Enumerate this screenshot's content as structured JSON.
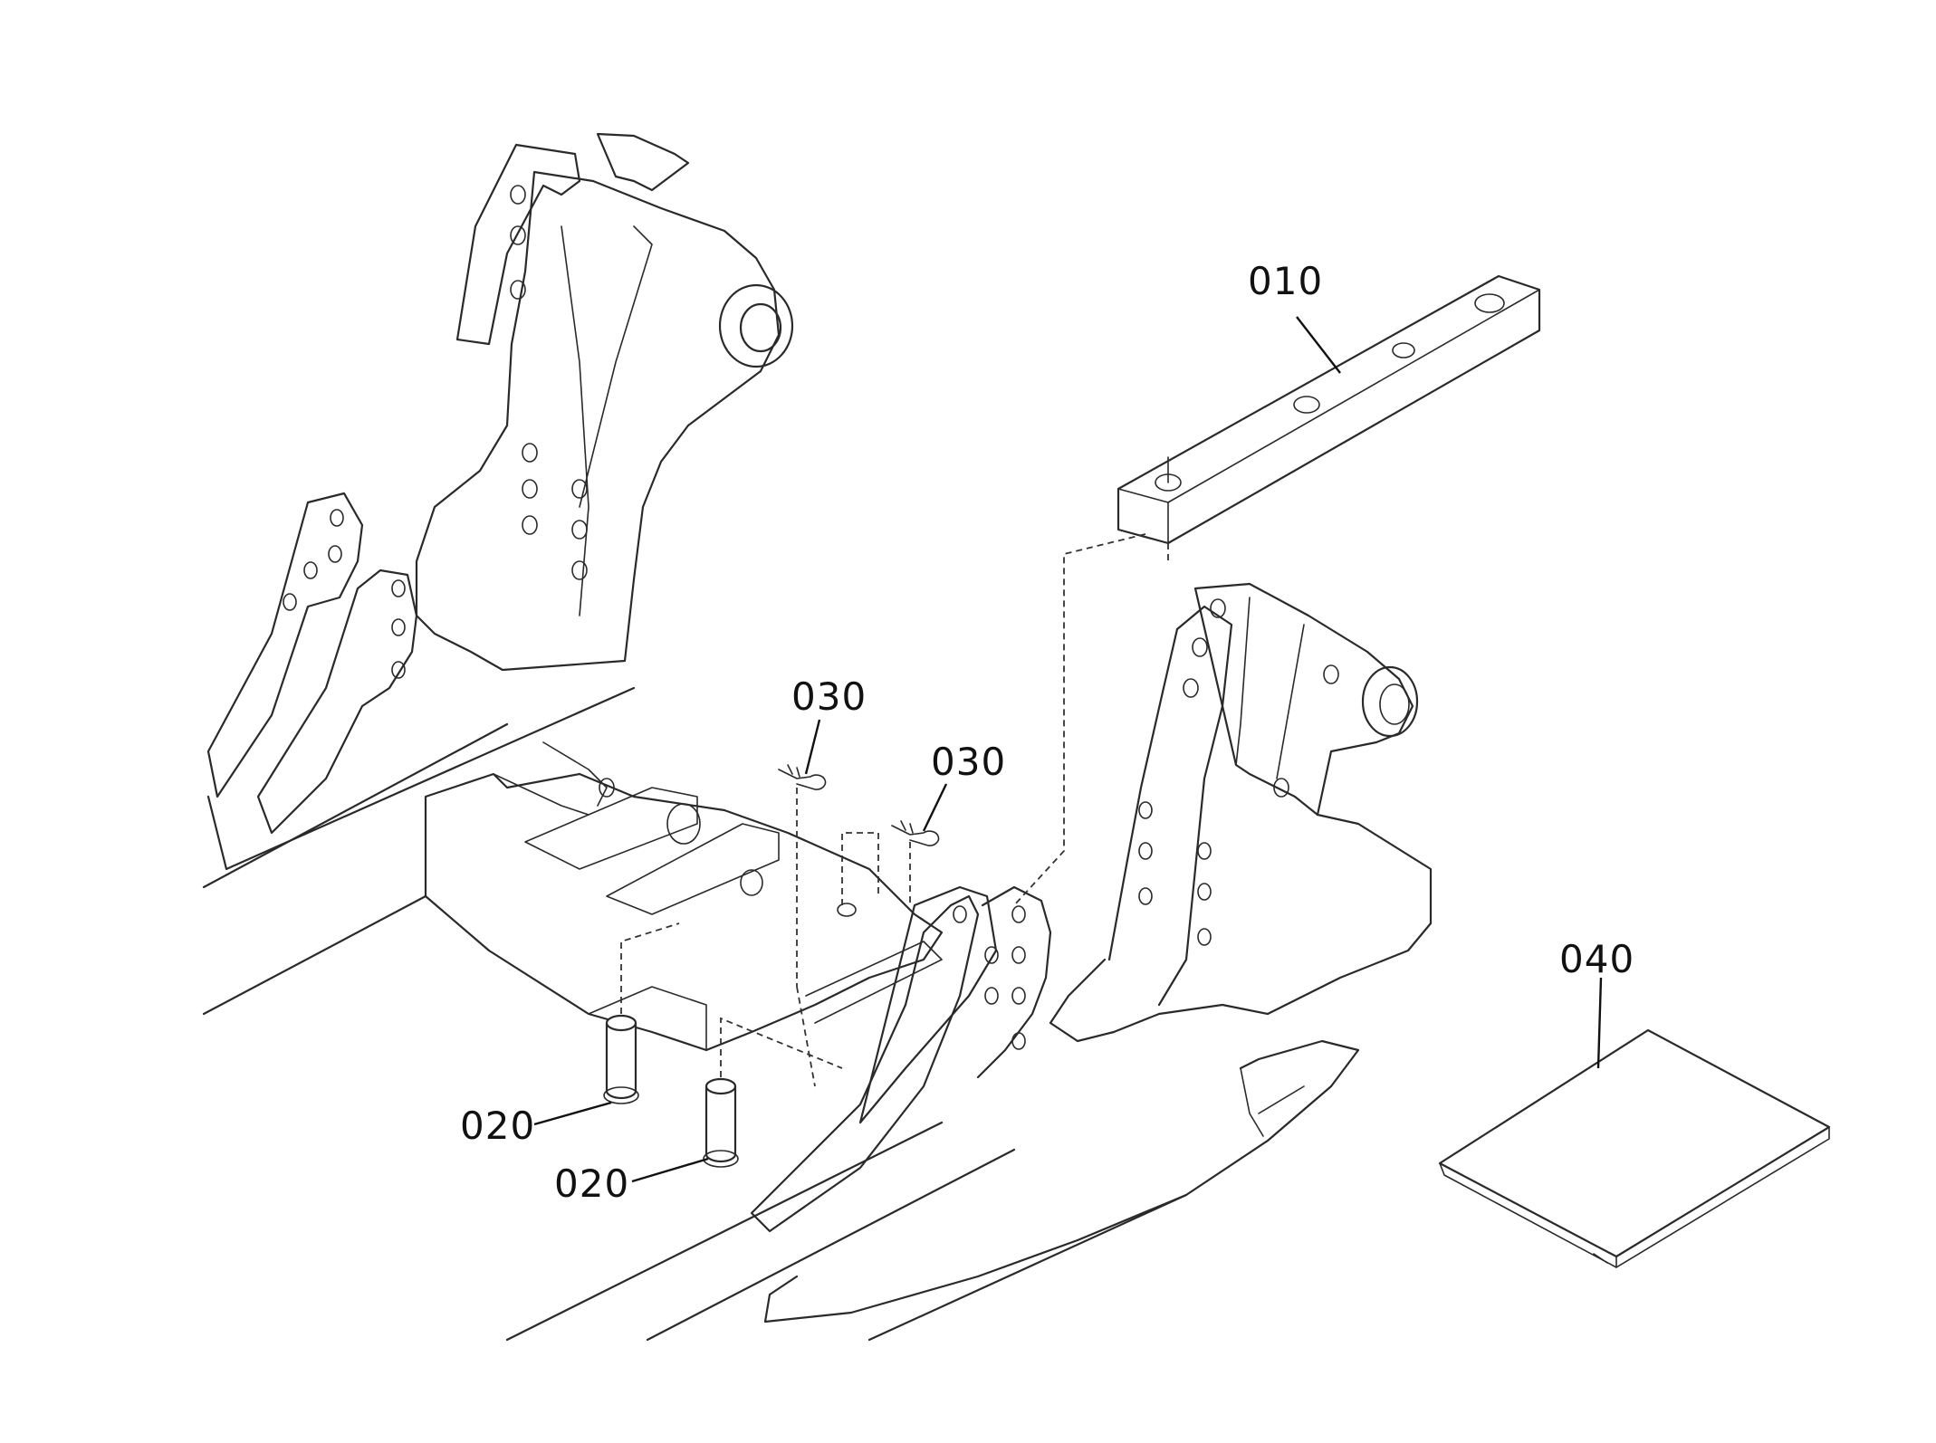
{
  "callouts": {
    "c010": "010",
    "c020a": "020",
    "c020b": "020",
    "c030a": "030",
    "c030b": "030",
    "c040": "040"
  },
  "colors": {
    "line": "#2a2a2a",
    "background": "#ffffff"
  }
}
